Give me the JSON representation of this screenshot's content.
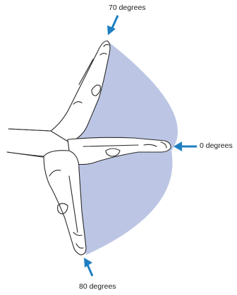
{
  "labels": {
    "top": "70 degrees",
    "right": "0 degrees",
    "bottom": "80 degrees"
  },
  "colors": {
    "range_fill": "#bcc6e4",
    "arrow": "#1f7fc2",
    "outline": "#2a2a2a",
    "skin": "#ffffff"
  },
  "icons": {
    "arrows": "arrow-icon",
    "hands": "hand-illustration"
  }
}
